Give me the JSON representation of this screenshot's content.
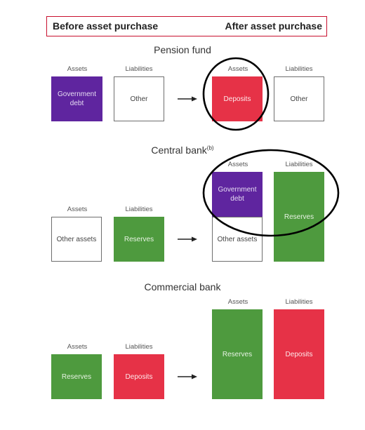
{
  "header": {
    "before_label": "Before asset purchase",
    "after_label": "After asset purchase",
    "border_color": "#c8102e"
  },
  "sections": {
    "pension": {
      "title": "Pension fund",
      "before": {
        "assets_label": "Assets",
        "liabilities_label": "Liabilities",
        "assets_box": "Government debt",
        "liabilities_box": "Other"
      },
      "after": {
        "assets_label": "Assets",
        "liabilities_label": "Liabilities",
        "assets_box": "Deposits",
        "liabilities_box": "Other"
      }
    },
    "central": {
      "title": "Central bank",
      "title_note": "(b)",
      "before": {
        "assets_label": "Assets",
        "liabilities_label": "Liabilities",
        "assets_box": "Other assets",
        "liabilities_box": "Reserves"
      },
      "after": {
        "assets_label": "Assets",
        "liabilities_label": "Liabilities",
        "assets_top_box": "Government debt",
        "assets_bottom_box": "Other assets",
        "liabilities_box": "Reserves"
      }
    },
    "commercial": {
      "title": "Commercial bank",
      "before": {
        "assets_label": "Assets",
        "liabilities_label": "Liabilities",
        "assets_box": "Reserves",
        "liabilities_box": "Deposits"
      },
      "after": {
        "assets_label": "Assets",
        "liabilities_label": "Liabilities",
        "assets_box": "Reserves",
        "liabilities_box": "Deposits"
      }
    }
  },
  "colors": {
    "government_debt": "#5f259f",
    "deposits": "#e63247",
    "reserves": "#4e9a3e",
    "other": "#ffffff"
  },
  "icons": {
    "transition_arrow": "arrow-right-icon",
    "highlight": "ellipse-highlight"
  }
}
